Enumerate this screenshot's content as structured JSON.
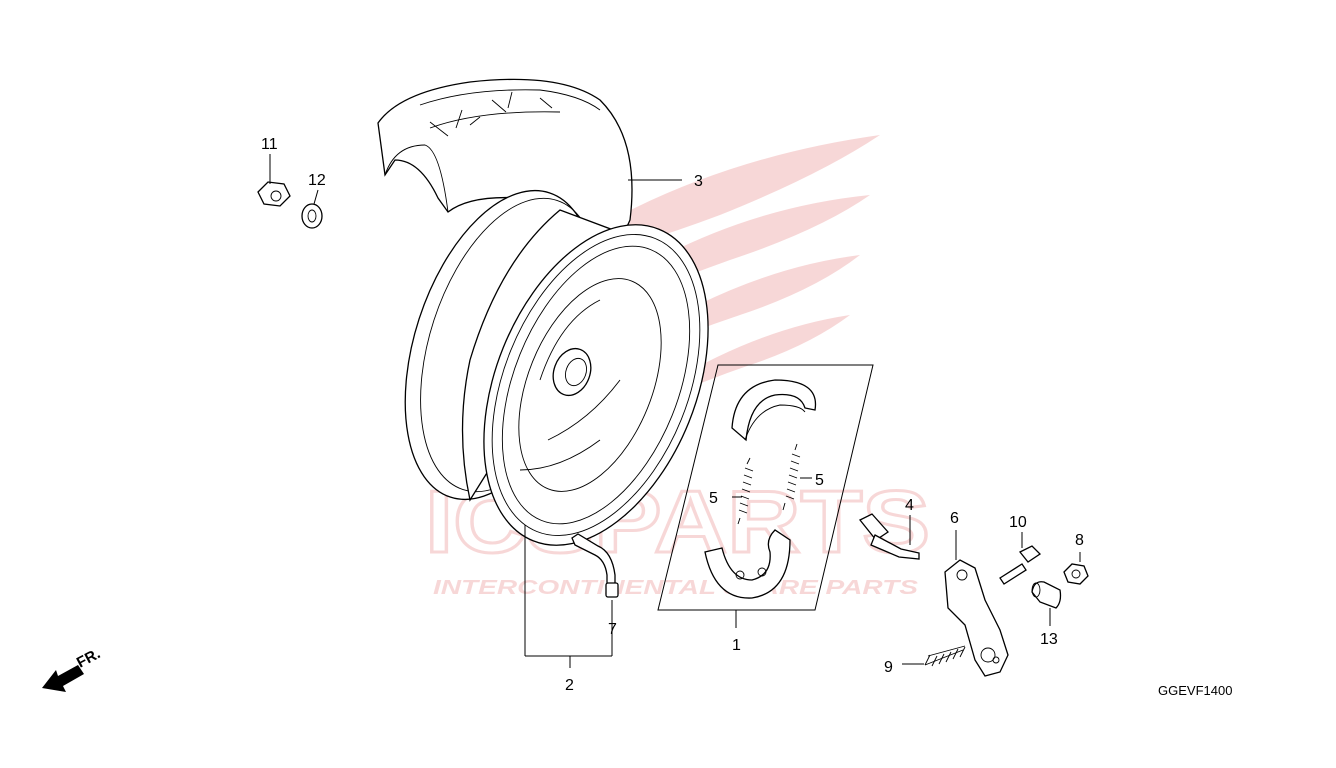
{
  "diagram": {
    "code": "GGEVF1400",
    "direction_label": "FR.",
    "callouts": [
      "1",
      "2",
      "3",
      "4",
      "5",
      "5",
      "6",
      "7",
      "8",
      "9",
      "10",
      "11",
      "12",
      "13"
    ]
  },
  "watermark": {
    "brand": "ICSPARTS",
    "tagline": "INTERCONTINENTAL SPARE PARTS",
    "color": "#f2b8b8"
  }
}
